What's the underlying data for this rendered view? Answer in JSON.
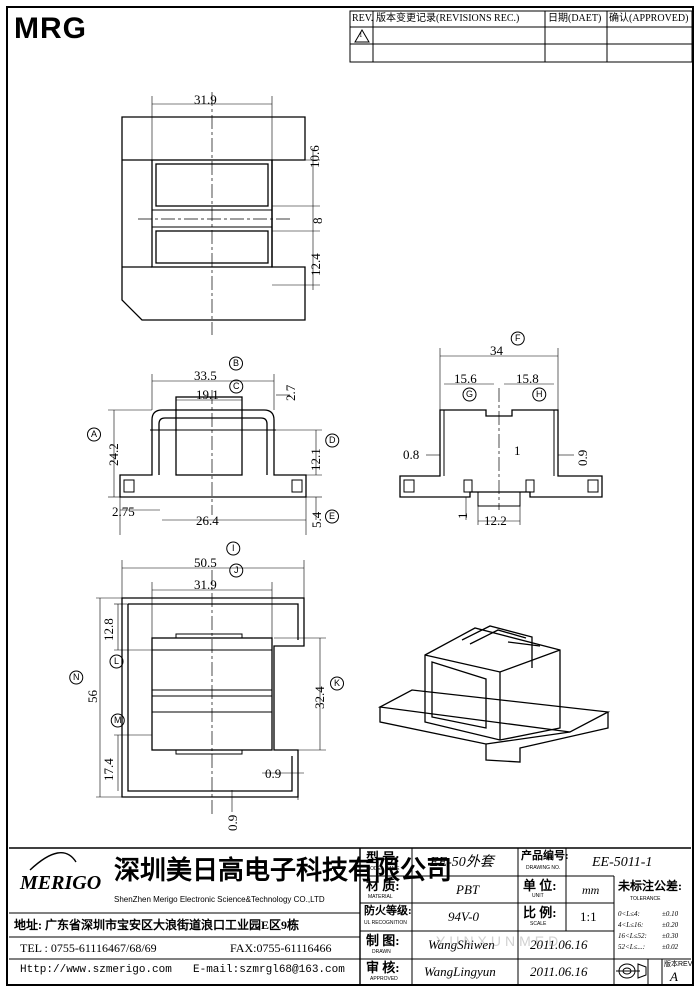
{
  "brand": {
    "top_logo": "MRG",
    "logo_script": "MERIGO"
  },
  "revisions": {
    "rev_label": "REV.",
    "record_label": "版本变更记录(REVISIONS REC.)",
    "date_label": "日期(DAET)",
    "approved_label": "确认(APPROVED)",
    "rev_symbol": "1"
  },
  "company": {
    "name_cn": "深圳美日高电子科技有限公司",
    "name_en": "ShenZhen Merigo Electronic Science&Technology CO.,LTD",
    "address": "地址: 广东省深圳市宝安区大浪街道浪口工业园E区9栋",
    "tel": "TEL : 0755-61116467/68/69",
    "fax": "FAX:0755-61116466",
    "web": "Http://www.szmerigo.com",
    "email": "E-mail:szmrgl68@163.com"
  },
  "title_block": {
    "model_label": "型 号:",
    "model_sub": "MODEL NAME",
    "model": "EE-50外套",
    "drawing_label": "产品编号:",
    "drawing_sub": "DRAWING NO.",
    "drawing_no": "EE-5011-1",
    "material_label": "材 质:",
    "material_sub": "MATERIAL",
    "material": "PBT",
    "unit_label": "单 位:",
    "unit_sub": "UNIT",
    "unit": "mm",
    "ul_label": "防火等级:",
    "ul_sub": "UL RECOGNITION",
    "ul": "94V-0",
    "scale_label": "比 例:",
    "scale_sub": "SCALE",
    "scale": "1:1",
    "drawn_label": "制 图:",
    "drawn_sub": "DRAWN",
    "drawn": "WangShiwen",
    "drawn_date": "2011.06.16",
    "approved_label": "审 核:",
    "approved_sub": "APPROVED",
    "approved": "WangLingyun",
    "approved_date": "2011.06.16",
    "tolerance_label": "未标注公差:",
    "tolerance_sub": "TOLERANCE",
    "tolerance_rows": [
      {
        "range": "0<L≤4:",
        "value": "±0.10"
      },
      {
        "range": "4<L≤16:",
        "value": "±0.20"
      },
      {
        "range": "16<L≤52:",
        "value": "±0.30"
      },
      {
        "range": "52<L≤...:",
        "value": "±0.02"
      }
    ],
    "version_label": "版本REV.",
    "version": "A",
    "watermark": "YUNXUNMED"
  },
  "dims": {
    "top": {
      "w": "31.9",
      "h1": "10.6",
      "h2": "8",
      "h3": "12.4"
    },
    "front": {
      "w1": "33.5",
      "w2": "19.1",
      "w3": "2.7",
      "h1": "24.2",
      "h2": "12.1",
      "w4": "2.75",
      "w5": "26.4",
      "h3": "5.4"
    },
    "side": {
      "w1": "34",
      "w2": "15.6",
      "w3": "15.8",
      "t1": "0.8",
      "t2": "1",
      "t3": "0.9",
      "t4": "1",
      "w4": "12.2"
    },
    "bottom": {
      "w1": "50.5",
      "w2": "31.9",
      "h1": "12.8",
      "h2": "56",
      "h3": "32.4",
      "h4": "17.4",
      "t1": "0.9",
      "t2": "0.9"
    }
  },
  "callouts": [
    "A",
    "B",
    "C",
    "D",
    "E",
    "F",
    "G",
    "H",
    "I",
    "J",
    "K",
    "L",
    "M",
    "N"
  ]
}
